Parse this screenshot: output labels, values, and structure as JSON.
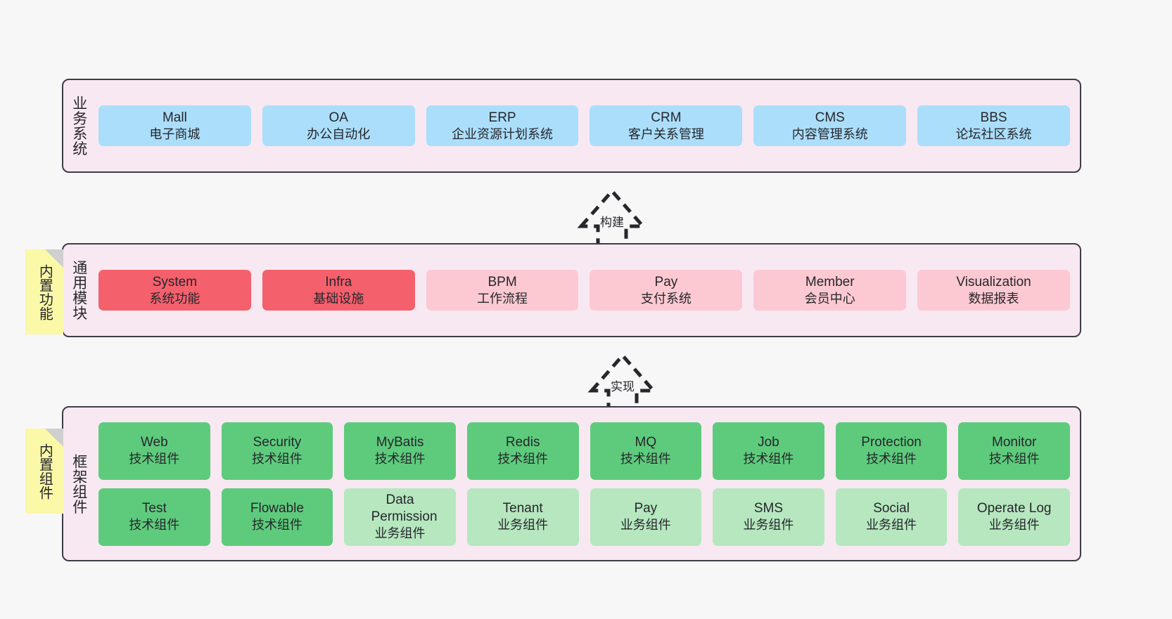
{
  "diagram": {
    "background_color": "#f7f7f7",
    "panel_color": "#f8e8f2",
    "border_color": "#3d3d47",
    "note_color": "#fbf8a8"
  },
  "layers": [
    {
      "id": "business-systems",
      "title": "业务系统",
      "note": null,
      "rows": [
        {
          "cells": [
            {
              "en": "Mall",
              "cn": "电子商城",
              "color": "#abdefa",
              "variant": "c-blue"
            },
            {
              "en": "OA",
              "cn": "办公自动化",
              "color": "#abdefa",
              "variant": "c-blue"
            },
            {
              "en": "ERP",
              "cn": "企业资源计划系统",
              "color": "#abdefa",
              "variant": "c-blue"
            },
            {
              "en": "CRM",
              "cn": "客户关系管理",
              "color": "#abdefa",
              "variant": "c-blue"
            },
            {
              "en": "CMS",
              "cn": "内容管理系统",
              "color": "#abdefa",
              "variant": "c-blue"
            },
            {
              "en": "BBS",
              "cn": "论坛社区系统",
              "color": "#abdefa",
              "variant": "c-blue"
            }
          ]
        }
      ]
    },
    {
      "id": "common-modules",
      "title": "通用模块",
      "note": "内置功能",
      "rows": [
        {
          "cells": [
            {
              "en": "System",
              "cn": "系统功能",
              "color": "#f4606c",
              "variant": "c-red"
            },
            {
              "en": "Infra",
              "cn": "基础设施",
              "color": "#f4606c",
              "variant": "c-red"
            },
            {
              "en": "BPM",
              "cn": "工作流程",
              "color": "#fcc9d2",
              "variant": "c-pinklight"
            },
            {
              "en": "Pay",
              "cn": "支付系统",
              "color": "#fcc9d2",
              "variant": "c-pinklight"
            },
            {
              "en": "Member",
              "cn": "会员中心",
              "color": "#fcc9d2",
              "variant": "c-pinklight"
            },
            {
              "en": "Visualization",
              "cn": "数据报表",
              "color": "#fcc9d2",
              "variant": "c-pinklight"
            }
          ]
        }
      ]
    },
    {
      "id": "framework-components",
      "title": "框架组件",
      "note": "内置组件",
      "rows": [
        {
          "cells": [
            {
              "en": "Web",
              "cn": "技术组件",
              "color": "#5ecb7c",
              "variant": "c-green"
            },
            {
              "en": "Security",
              "cn": "技术组件",
              "color": "#5ecb7c",
              "variant": "c-green"
            },
            {
              "en": "MyBatis",
              "cn": "技术组件",
              "color": "#5ecb7c",
              "variant": "c-green"
            },
            {
              "en": "Redis",
              "cn": "技术组件",
              "color": "#5ecb7c",
              "variant": "c-green"
            },
            {
              "en": "MQ",
              "cn": "技术组件",
              "color": "#5ecb7c",
              "variant": "c-green"
            },
            {
              "en": "Job",
              "cn": "技术组件",
              "color": "#5ecb7c",
              "variant": "c-green"
            },
            {
              "en": "Protection",
              "cn": "技术组件",
              "color": "#5ecb7c",
              "variant": "c-green"
            },
            {
              "en": "Monitor",
              "cn": "技术组件",
              "color": "#5ecb7c",
              "variant": "c-green"
            }
          ]
        },
        {
          "cells": [
            {
              "en": "Test",
              "cn": "技术组件",
              "color": "#5ecb7c",
              "variant": "c-green"
            },
            {
              "en": "Flowable",
              "cn": "技术组件",
              "color": "#5ecb7c",
              "variant": "c-green"
            },
            {
              "en": "Data Permission",
              "cn": "业务组件",
              "color": "#b6e7bf",
              "variant": "c-greenlt"
            },
            {
              "en": "Tenant",
              "cn": "业务组件",
              "color": "#b6e7bf",
              "variant": "c-greenlt"
            },
            {
              "en": "Pay",
              "cn": "业务组件",
              "color": "#b6e7bf",
              "variant": "c-greenlt"
            },
            {
              "en": "SMS",
              "cn": "业务组件",
              "color": "#b6e7bf",
              "variant": "c-greenlt"
            },
            {
              "en": "Social",
              "cn": "业务组件",
              "color": "#b6e7bf",
              "variant": "c-greenlt"
            },
            {
              "en": "Operate Log",
              "cn": "业务组件",
              "color": "#b6e7bf",
              "variant": "c-greenlt"
            }
          ]
        }
      ]
    }
  ],
  "connectors": [
    {
      "id": "connector-build",
      "label": "构建",
      "direction": "up",
      "style": "dashed-hollow-arrow"
    },
    {
      "id": "connector-implement",
      "label": "实现",
      "direction": "up",
      "style": "dashed-hollow-arrow"
    }
  ]
}
